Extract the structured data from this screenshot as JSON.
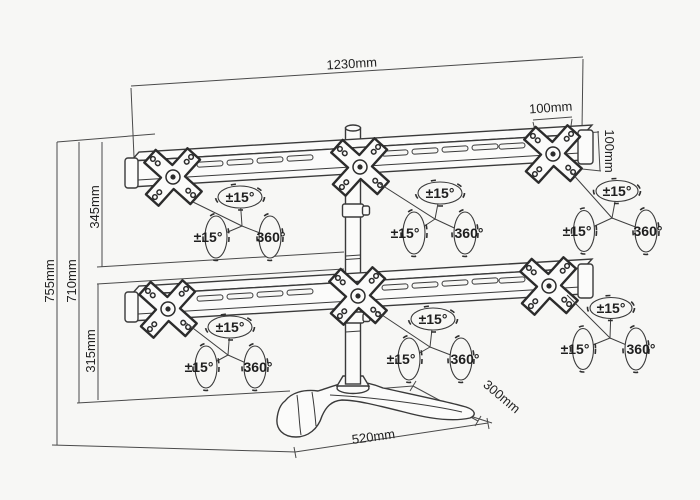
{
  "diagram": {
    "kind": "monitor-stand-dimension-drawing",
    "dimensions": {
      "crossbar_width": "1230mm",
      "vesa_width": "100mm",
      "vesa_height": "100mm",
      "overall_height": "755mm",
      "pole_height": "710mm",
      "upper_row_height": "345mm",
      "lower_row_height": "315mm",
      "base_width": "520mm",
      "base_depth": "300mm"
    },
    "motion": {
      "tilt": "±15°",
      "swivel": "±15°",
      "rotation": "360°"
    },
    "colors": {
      "background": "#f7f7f5",
      "line": "#3a3a3a",
      "text": "#1f1f1f"
    }
  }
}
